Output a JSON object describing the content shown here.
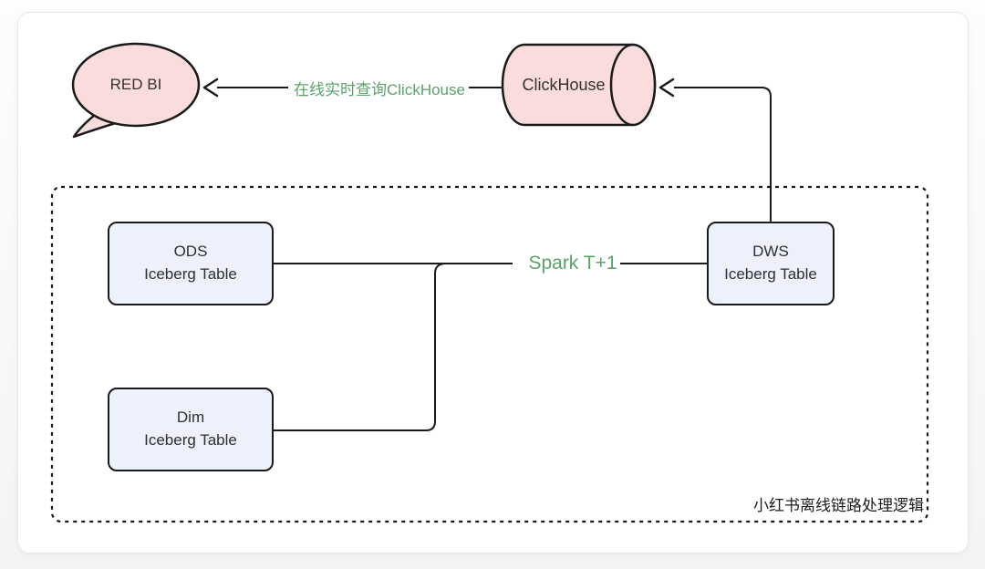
{
  "nodes": {
    "red_bi": {
      "label": "RED BI"
    },
    "clickhouse": {
      "label": "ClickHouse"
    },
    "ods": {
      "line1": "ODS",
      "line2": "Iceberg Table"
    },
    "dim": {
      "line1": "Dim",
      "line2": "Iceberg Table"
    },
    "dws": {
      "line1": "DWS",
      "line2": "Iceberg Table"
    }
  },
  "edges": {
    "query_label": "在线实时查询ClickHouse",
    "spark_label": "Spark T+1"
  },
  "caption": "小红书离线链路处理逻辑",
  "colors": {
    "shape_pink": "#fadcdc",
    "node_blue": "#edf1fb",
    "accent_green": "#5ba26a",
    "stroke_dark": "#1a1a1a",
    "card_white": "#ffffff",
    "page_gray": "#f5f5f7"
  }
}
